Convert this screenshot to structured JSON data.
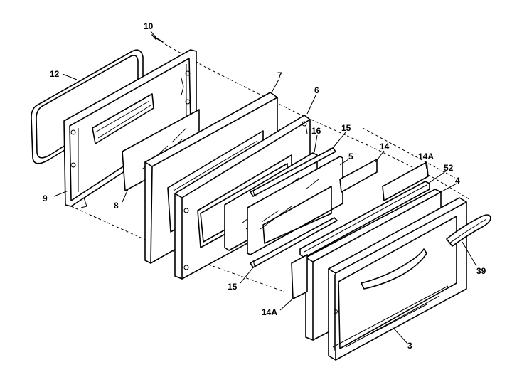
{
  "parts": [
    {
      "key": "p10",
      "label": "10"
    },
    {
      "key": "p12",
      "label": "12"
    },
    {
      "key": "p7",
      "label": "7"
    },
    {
      "key": "p6",
      "label": "6"
    },
    {
      "key": "p16",
      "label": "16"
    },
    {
      "key": "p15a",
      "label": "15"
    },
    {
      "key": "p14",
      "label": "14"
    },
    {
      "key": "p14Aa",
      "label": "14A"
    },
    {
      "key": "p52",
      "label": "52"
    },
    {
      "key": "p5",
      "label": "5"
    },
    {
      "key": "p4",
      "label": "4"
    },
    {
      "key": "p9",
      "label": "9"
    },
    {
      "key": "p8",
      "label": "8"
    },
    {
      "key": "p39",
      "label": "39"
    },
    {
      "key": "p15b",
      "label": "15"
    },
    {
      "key": "p14Ab",
      "label": "14A"
    },
    {
      "key": "p3",
      "label": "3"
    }
  ]
}
